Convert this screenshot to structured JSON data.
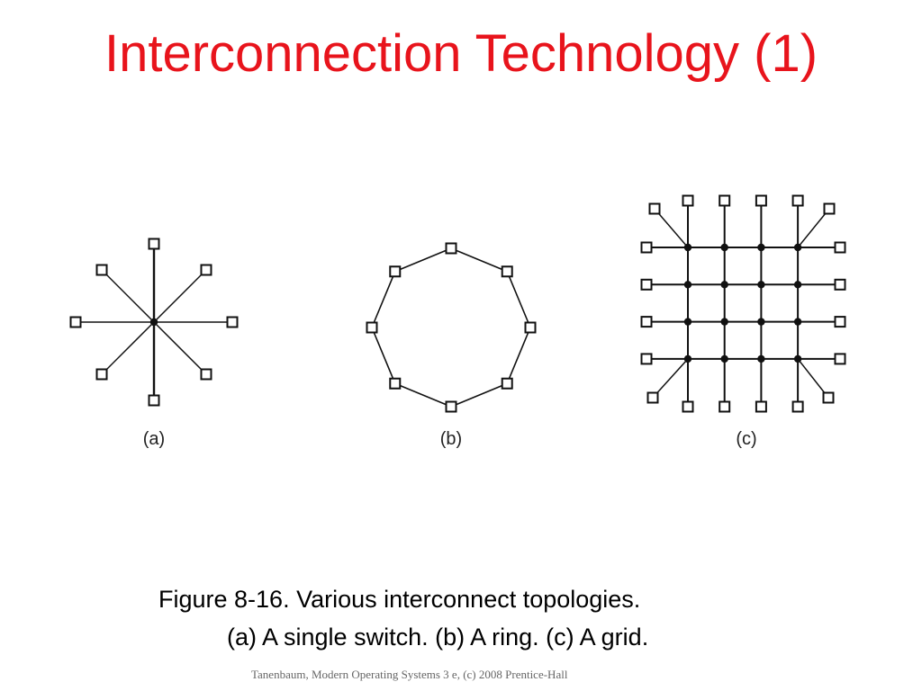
{
  "slide": {
    "title": "Interconnection Technology (1)",
    "caption_line1": "Figure 8-16. Various interconnect topologies.",
    "caption_line2": "(a) A single switch. (b) A ring. (c) A grid.",
    "footer": "Tanenbaum, Modern Operating Systems 3 e, (c) 2008 Prentice-Hall"
  },
  "figure": {
    "panels": [
      {
        "id": "a",
        "label": "(a)",
        "topology": "single-switch",
        "nodes": 8
      },
      {
        "id": "b",
        "label": "(b)",
        "topology": "ring",
        "nodes": 8
      },
      {
        "id": "c",
        "label": "(c)",
        "topology": "grid",
        "rows": 4,
        "cols": 4
      }
    ],
    "colors": {
      "title": "#e8141c",
      "line": "#111111"
    }
  }
}
